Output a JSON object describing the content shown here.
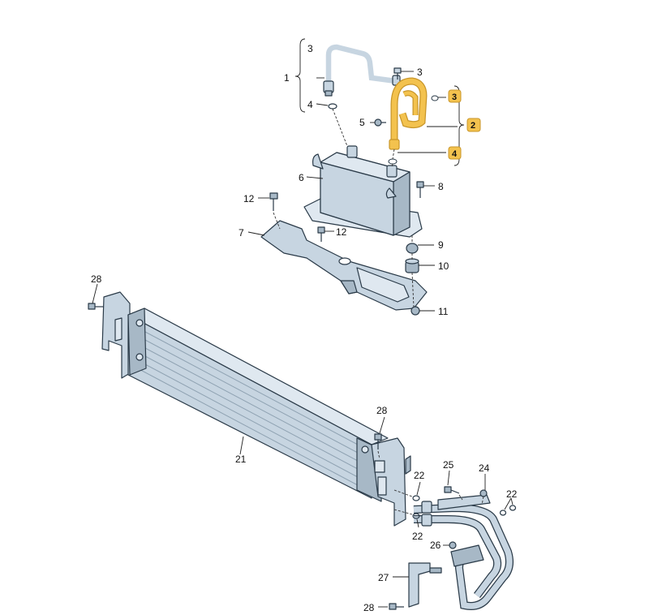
{
  "callouts": {
    "c1": "1",
    "c2": "2",
    "c3a": "3",
    "c3b": "3",
    "c3h": "3",
    "c4a": "4",
    "c4h": "4",
    "c5": "5",
    "c6": "6",
    "c7": "7",
    "c8": "8",
    "c9": "9",
    "c10": "10",
    "c11": "11",
    "c12a": "12",
    "c12b": "12",
    "c21": "21",
    "c22a": "22",
    "c22b": "22",
    "c22c": "22",
    "c24": "24",
    "c25": "25",
    "c26": "26",
    "c27": "27",
    "c28a": "28",
    "c28b": "28",
    "c28c": "28"
  },
  "colors": {
    "highlight": "#f3c24e",
    "highlight_stroke": "#c8962a",
    "part_fill": "#c7d5e1",
    "outline": "#2a3a48"
  }
}
